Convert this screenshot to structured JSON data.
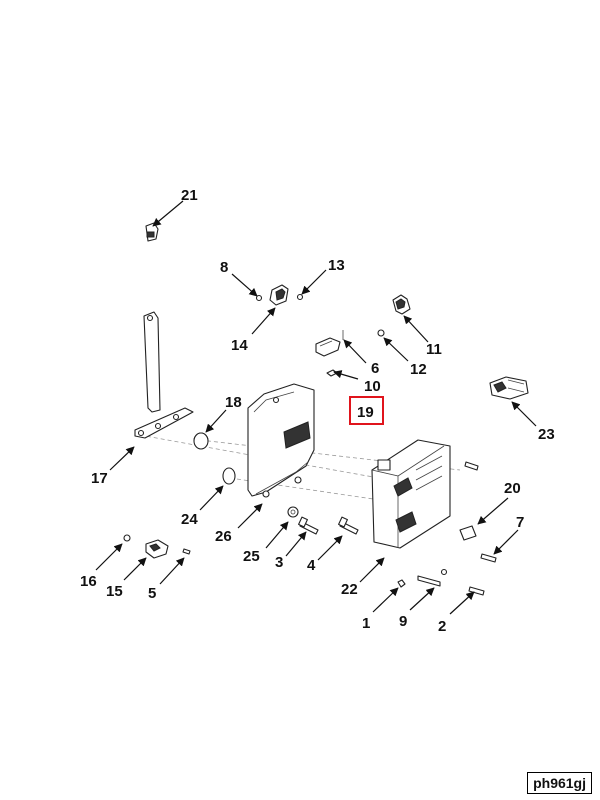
{
  "callouts": {
    "c1": "1",
    "c2": "2",
    "c3": "3",
    "c4": "4",
    "c5": "5",
    "c6": "6",
    "c7": "7",
    "c8": "8",
    "c9": "9",
    "c10": "10",
    "c11": "11",
    "c12": "12",
    "c13": "13",
    "c14": "14",
    "c15": "15",
    "c16": "16",
    "c17": "17",
    "c18": "18",
    "c19": "19",
    "c20": "20",
    "c21": "21",
    "c22": "22",
    "c23": "23",
    "c24": "24",
    "c25": "25",
    "c26": "26"
  },
  "highlight": {
    "callout": "19",
    "color": "#e0141c"
  },
  "doc_code": "ph961gj"
}
